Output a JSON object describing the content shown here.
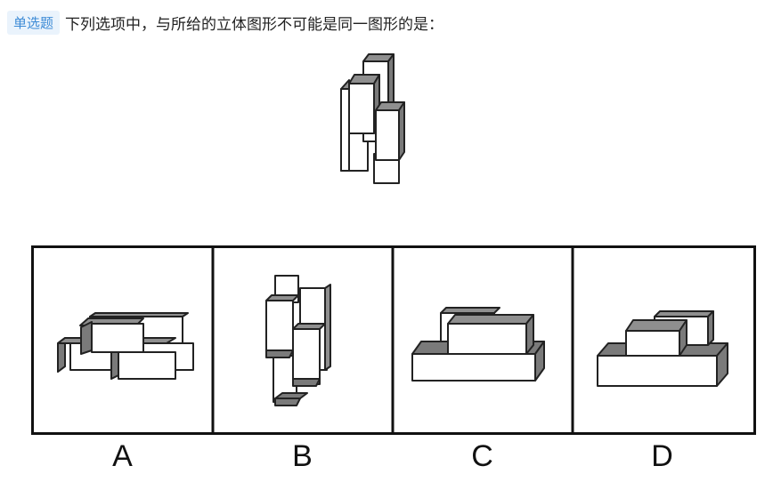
{
  "question": {
    "tag": "单选题",
    "stem": "下列选项中，与所给的立体图形不可能是同一图形的是："
  },
  "options": [
    {
      "label": "A"
    },
    {
      "label": "B"
    },
    {
      "label": "C"
    },
    {
      "label": "D"
    }
  ]
}
